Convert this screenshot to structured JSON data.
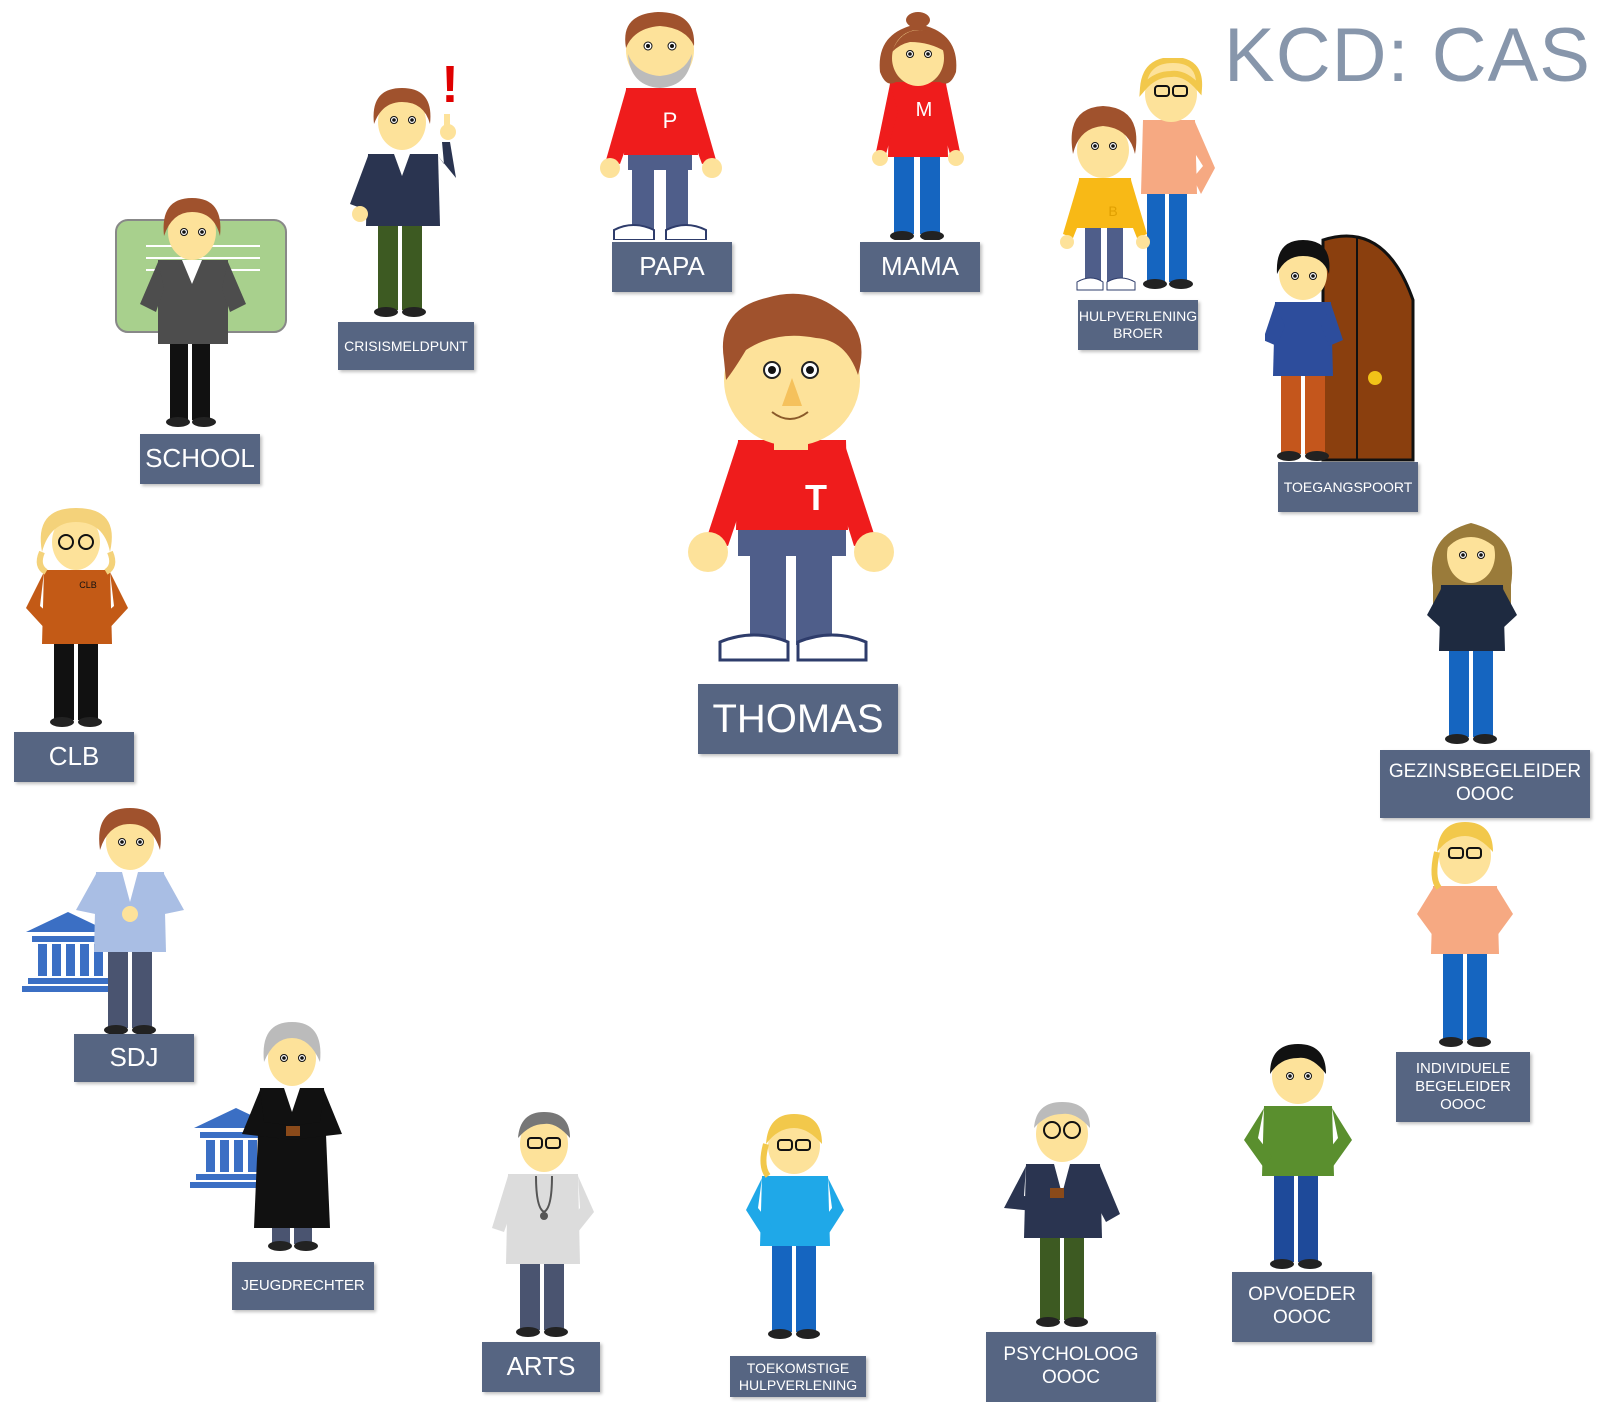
{
  "title": "KCD: CAS",
  "people": [
    {
      "id": "thomas",
      "label": "THOMAS",
      "shirt_letter": "T"
    },
    {
      "id": "papa",
      "label": "PAPA",
      "shirt_letter": "P"
    },
    {
      "id": "mama",
      "label": "MAMA",
      "shirt_letter": "M"
    },
    {
      "id": "hulpverlening-broer",
      "label": "HULPVERLENING\nBROER",
      "shirt_letter": "B"
    },
    {
      "id": "toegangspoort",
      "label": "TOEGANGSPOORT"
    },
    {
      "id": "gezinsbegeleider",
      "label": "GEZINSBEGELEIDER\nOOOC"
    },
    {
      "id": "individuele-begeleider",
      "label": "INDIVIDUELE\nBEGELEIDER\nOOOC"
    },
    {
      "id": "opvoeder",
      "label": "OPVOEDER\nOOOC"
    },
    {
      "id": "psycholoog",
      "label": "PSYCHOLOOG\nOOOC"
    },
    {
      "id": "toekomstige",
      "label": "TOEKOMSTIGE\nHULPVERLENING"
    },
    {
      "id": "arts",
      "label": "ARTS"
    },
    {
      "id": "jeugdrechter",
      "label": "JEUGDRECHTER"
    },
    {
      "id": "sdj",
      "label": "SDJ"
    },
    {
      "id": "clb",
      "label": "CLB",
      "shirt_text": "CLB"
    },
    {
      "id": "school",
      "label": "SCHOOL"
    },
    {
      "id": "crisismeldpunt",
      "label": "CRISISMELDPUNT",
      "symbol": "!"
    }
  ],
  "colors": {
    "label_bg": "#566582",
    "title": "#8796ab",
    "thomas_shirt": "#ef1c1c"
  }
}
